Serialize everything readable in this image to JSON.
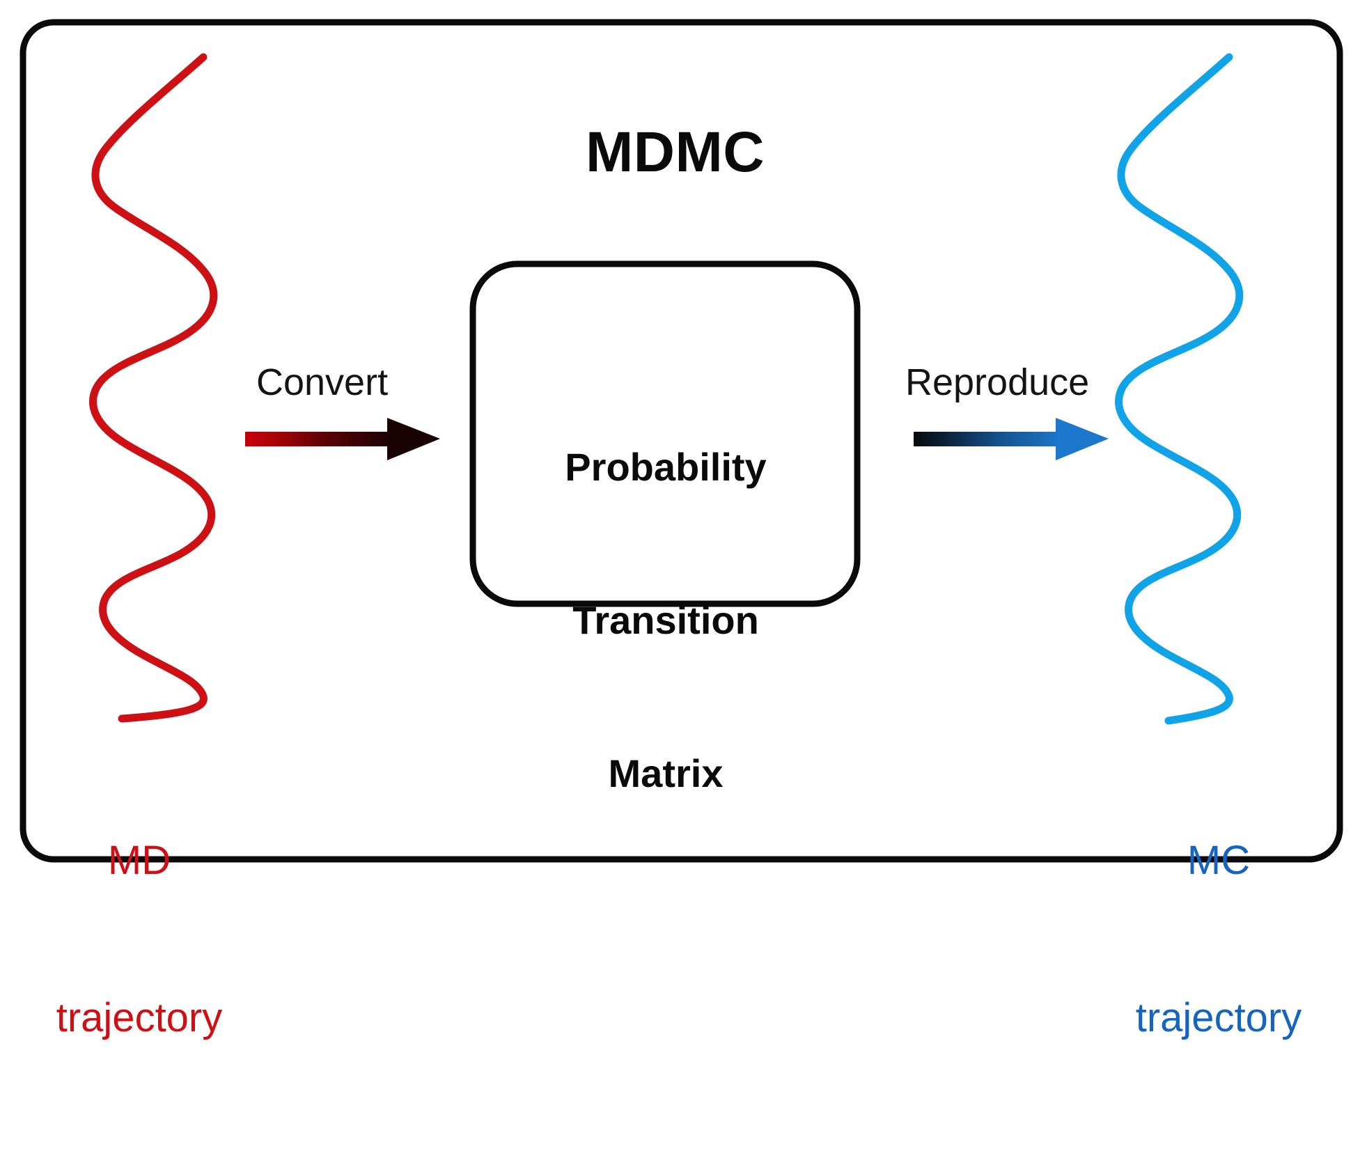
{
  "figure": {
    "title": "MDMC",
    "panel": {
      "shape": "rounded-rectangle",
      "border_color": "#0a0a0a"
    }
  },
  "center_box": {
    "line1": "Probability",
    "line2": "Transition",
    "line3": "Matrix",
    "full_text": "Probability Transition Matrix",
    "border_color": "#0a0a0a"
  },
  "arrows": {
    "convert": {
      "label": "Convert",
      "gradient_from": "#C8000A",
      "gradient_to": "#1A0203",
      "direction": "left-to-right"
    },
    "reproduce": {
      "label": "Reproduce",
      "gradient_from": "#0A0C12",
      "gradient_to": "#1C70C0",
      "direction": "left-to-right"
    }
  },
  "left_trajectory": {
    "label_line1": "MD",
    "label_line2": "trajectory",
    "label_full": "MD trajectory",
    "curve_color": "#CC1014",
    "label_color": "#CC1014"
  },
  "right_trajectory": {
    "label_line1": "MC",
    "label_line2": "trajectory",
    "label_full": "MC trajectory",
    "curve_color": "#11A3E8",
    "label_color": "#1565C0"
  },
  "colors": {
    "black": "#0a0a0a",
    "white": "#ffffff",
    "red": "#CC1014",
    "dark_red": "#C8000A",
    "cyan_blue": "#11A3E8",
    "label_blue": "#1565C0"
  }
}
